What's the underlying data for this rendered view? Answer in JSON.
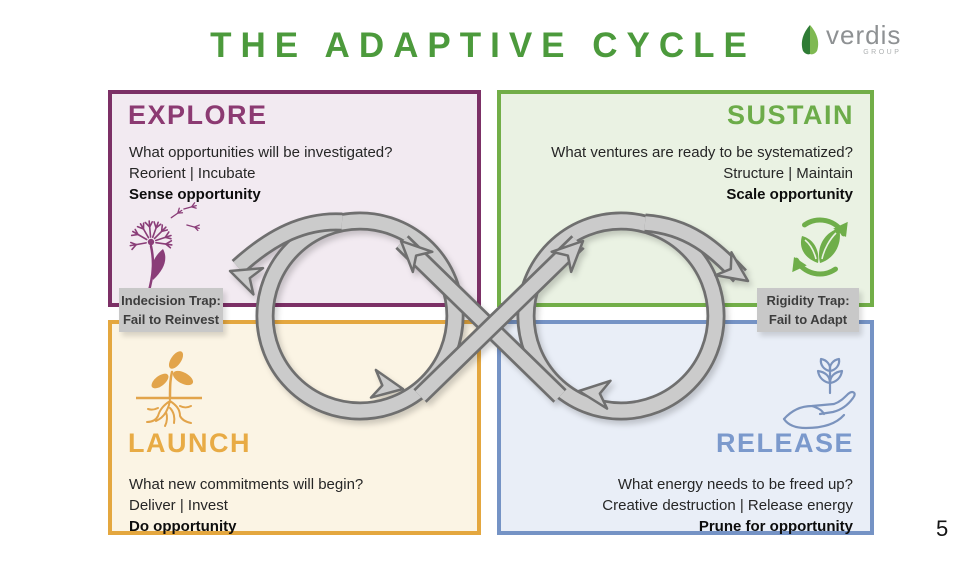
{
  "page": {
    "title": "THE ADAPTIVE CYCLE",
    "page_number": "5"
  },
  "logo": {
    "name": "verdis",
    "sub": "GROUP"
  },
  "quadrants": {
    "explore": {
      "title": "EXPLORE",
      "question": "What opportunities will be investigated?",
      "actions": "Reorient | Incubate",
      "opportunity": "Sense opportunity",
      "icon": "dandelion-seeds-icon",
      "accent_color": "#8c3a72"
    },
    "sustain": {
      "title": "SUSTAIN",
      "question": "What ventures are ready to be systematized?",
      "actions": "Structure | Maintain",
      "opportunity": "Scale opportunity",
      "icon": "leaves-recycle-icon",
      "accent_color": "#6cac49"
    },
    "launch": {
      "title": "LAUNCH",
      "question": "What new commitments will begin?",
      "actions": "Deliver | Invest",
      "opportunity": "Do opportunity",
      "icon": "seedling-roots-icon",
      "accent_color": "#e8ab45"
    },
    "release": {
      "title": "RELEASE",
      "question": "What energy needs to be freed up?",
      "actions": "Creative destruction | Release energy",
      "opportunity": "Prune for opportunity",
      "icon": "hand-plant-icon",
      "accent_color": "#7b99cc"
    }
  },
  "traps": {
    "indecision": {
      "line1": "Indecision Trap:",
      "line2": "Fail to Reinvest"
    },
    "rigidity": {
      "line1": "Rigidity Trap:",
      "line2": "Fail to Adapt"
    }
  },
  "colors": {
    "title_green": "#4c9a3c",
    "loop_fill": "#cbcbcb",
    "loop_outline": "#6f6f6f",
    "trap_bg": "#c8c8c8"
  }
}
